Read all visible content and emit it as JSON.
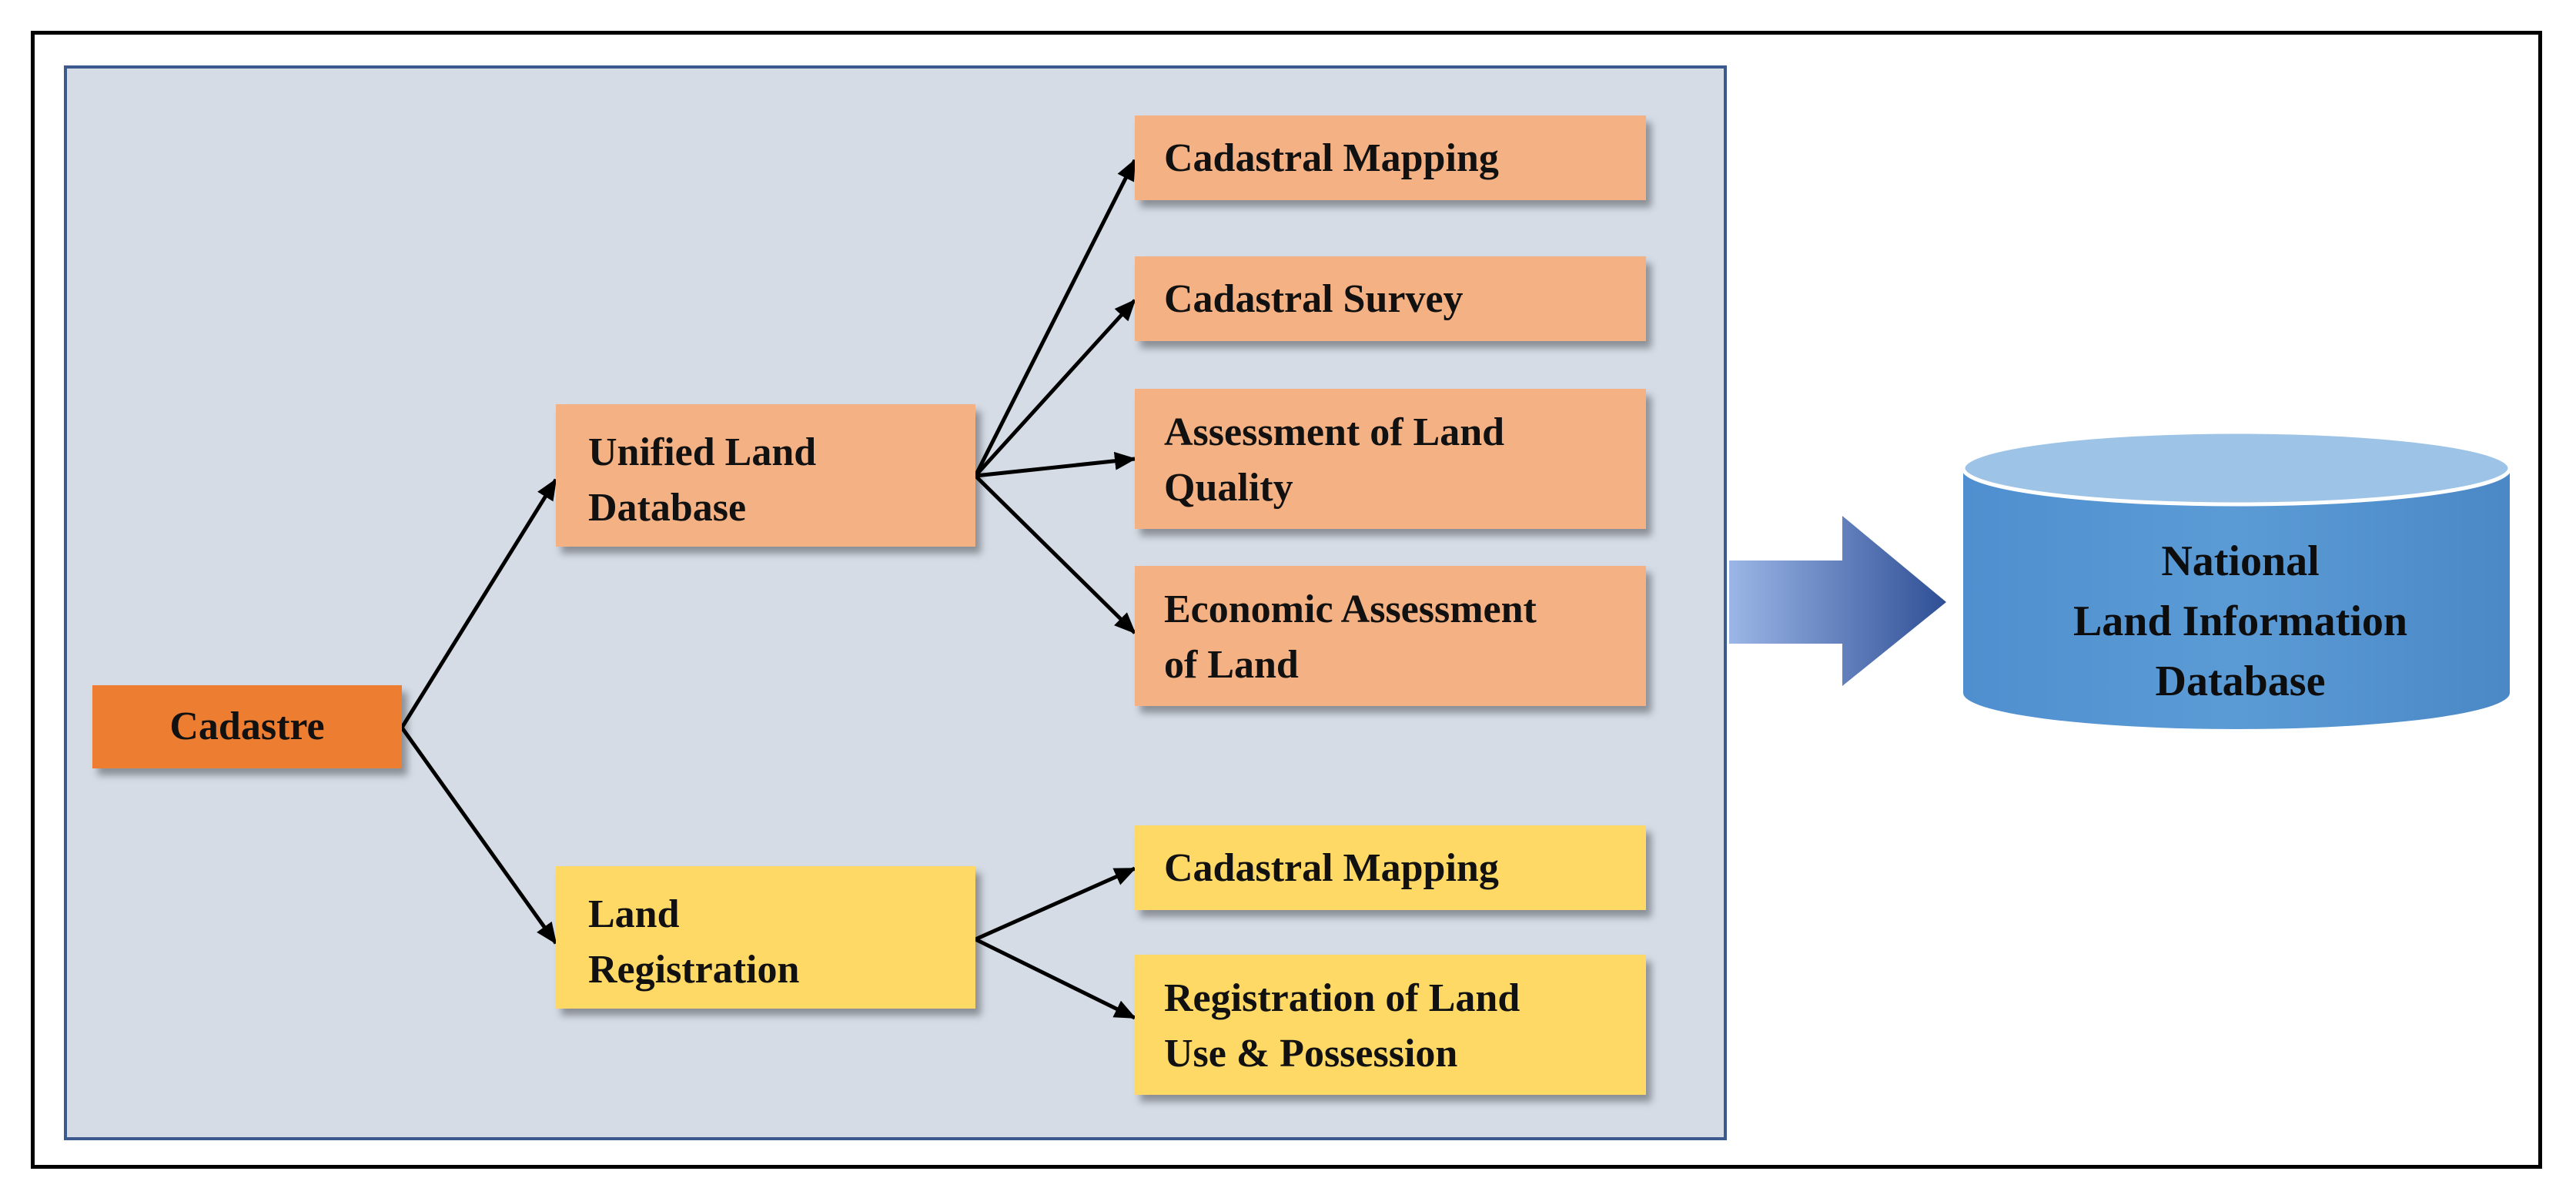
{
  "diagram": {
    "root": "Cadastre",
    "branches": [
      {
        "label_lines": [
          "Unified Land",
          "Database"
        ],
        "children": [
          [
            "Cadastral Mapping"
          ],
          [
            "Cadastral Survey"
          ],
          [
            "Assessment of Land",
            "Quality"
          ],
          [
            "Economic Assessment",
            "of Land"
          ]
        ]
      },
      {
        "label_lines": [
          "Land",
          "Registration"
        ],
        "children": [
          [
            "Cadastral Mapping"
          ],
          [
            "Registration of Land",
            "Use & Possession"
          ]
        ]
      }
    ],
    "output_lines": [
      "National",
      "Land Information",
      "Database"
    ]
  },
  "colors": {
    "root": "#ed7d31",
    "branch_1": "#f4b183",
    "branch_2": "#ffd966",
    "panel": "#d5dce6",
    "database": "#5b9bd5"
  }
}
